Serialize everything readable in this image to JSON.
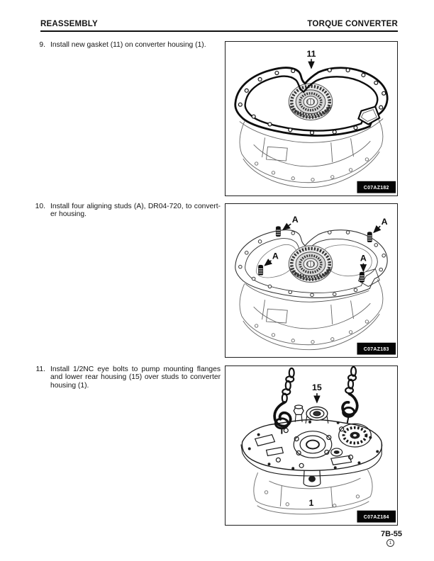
{
  "header": {
    "left": "REASSEMBLY",
    "right": "TORQUE CONVERTER"
  },
  "steps": [
    {
      "number": "9.",
      "lines": [
        "Install new gasket (11) on converter housing (1)."
      ]
    },
    {
      "number": "10.",
      "lines": [
        "Install four aligning studs (A), DR04-720, to convert-",
        "er housing."
      ]
    },
    {
      "number": "11.",
      "lines": [
        "Install 1/2NC eye bolts to pump mounting flanges",
        "and lower rear housing (15) over studs to converter",
        "housing (1)."
      ]
    }
  ],
  "figures": [
    {
      "code": "C07AZ182",
      "callouts": {
        "gasket": "11"
      }
    },
    {
      "code": "C07AZ183",
      "callouts": {
        "stud": "A"
      }
    },
    {
      "code": "C07AZ184",
      "callouts": {
        "rear_housing": "15",
        "converter_housing": "1"
      }
    }
  ],
  "footer": {
    "page": "7B-55",
    "revision": "1"
  },
  "colors": {
    "ink": "#111111",
    "paper": "#ffffff"
  }
}
